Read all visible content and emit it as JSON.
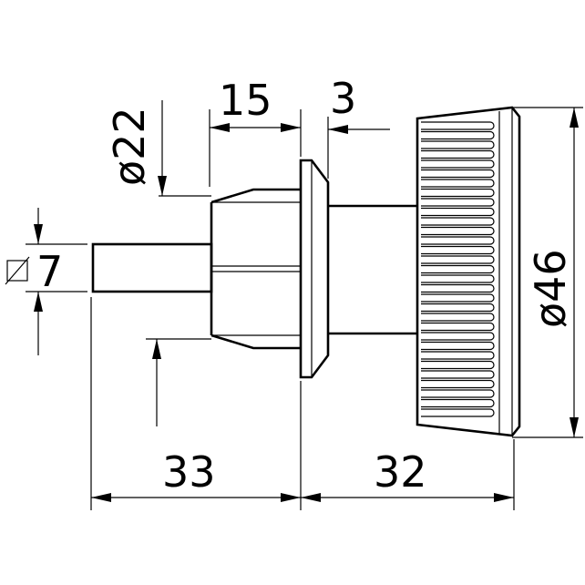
{
  "dimensions": {
    "shaft_square": "7",
    "hub_diameter": "ø22",
    "hub_length": "15",
    "flange_gap": "3",
    "knob_diameter": "ø46",
    "length_front": "33",
    "length_rear": "32"
  },
  "symbols": {
    "square_symbol": "square-section-symbol"
  },
  "colors": {
    "line": "#000000",
    "background": "#ffffff"
  }
}
